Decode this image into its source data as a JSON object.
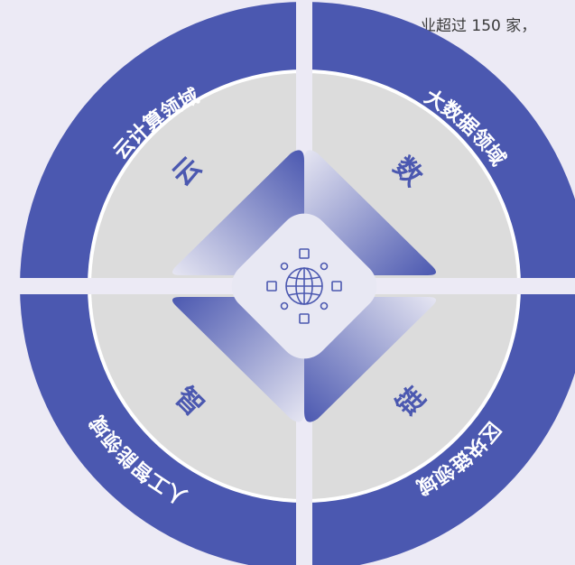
{
  "header": {
    "partial_text": "业超过 150 家，"
  },
  "colors": {
    "outer_ring": "#4b58b0",
    "inner_fill": "#dcdcdc",
    "center_tile": "#e8e8f3",
    "icon_stroke": "#4b58b0",
    "background": "#eceaf5"
  },
  "quadrants": [
    {
      "id": "cloud",
      "ring_label": "云计算领域",
      "center_char": "云"
    },
    {
      "id": "data",
      "ring_label": "大数据领域",
      "center_char": "数"
    },
    {
      "id": "chain",
      "ring_label": "区块链领域",
      "center_char": "链"
    },
    {
      "id": "ai",
      "ring_label": "人工智能领域",
      "center_char": "智"
    }
  ],
  "center_icon": "globe-network-icon"
}
